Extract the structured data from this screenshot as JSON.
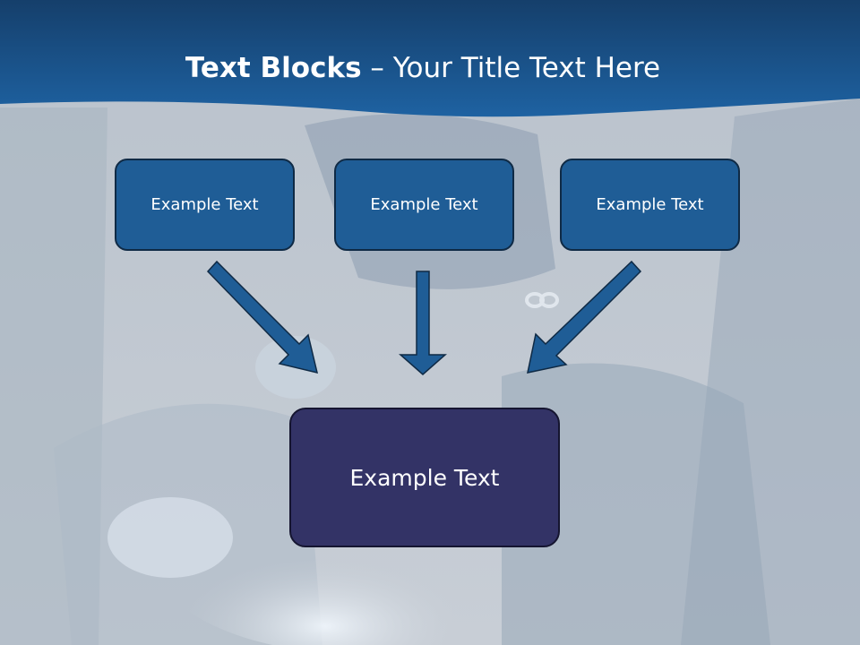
{
  "slide": {
    "title_bold": "Text Blocks",
    "title_dash": " – ",
    "title_rest": "Your Title Text Here"
  },
  "blocks": {
    "top_left": "Example Text",
    "top_middle": "Example Text",
    "top_right": "Example Text",
    "center": "Example Text"
  },
  "colors": {
    "header": "#1a5a96",
    "block": "#1f5d96",
    "center_block": "#333366",
    "arrow": "#1f5d96"
  },
  "icons": [
    "down-right-arrow-icon",
    "down-arrow-icon",
    "down-left-arrow-icon"
  ]
}
